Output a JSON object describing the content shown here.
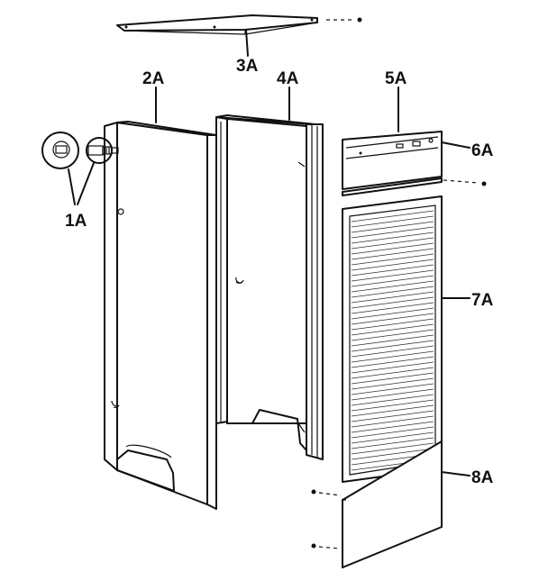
{
  "labels": {
    "p1a": "1A",
    "p2a": "2A",
    "p3a": "3A",
    "p4a": "4A",
    "p5a": "5A",
    "p6a": "6A",
    "p7a": "7A",
    "p8a": "8A"
  },
  "colors": {
    "ink": "#111111",
    "paper": "#ffffff"
  }
}
